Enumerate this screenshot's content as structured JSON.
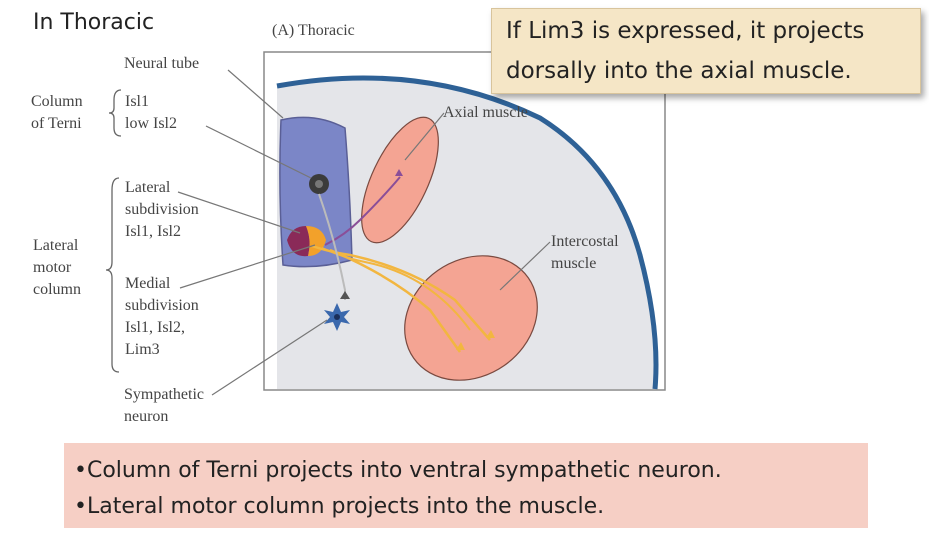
{
  "heading": "In Thoracic",
  "panel_label": "(A) Thoracic",
  "callout": {
    "line1": "If Lim3 is expressed, it projects",
    "line2": "dorsally into the axial muscle."
  },
  "labels": {
    "neural_tube": "Neural tube",
    "column_of_terni_1": "Column",
    "column_of_terni_2": "of Terni",
    "isl1": "Isl1",
    "low_isl2": "low Isl2",
    "lateral_sub_1": "Lateral",
    "lateral_sub_2": "subdivision",
    "lateral_sub_3": "Isl1, Isl2",
    "lmc_1": "Lateral",
    "lmc_2": "motor",
    "lmc_3": "column",
    "medial_sub_1": "Medial",
    "medial_sub_2": "subdivision",
    "medial_sub_3": "Isl1, Isl2,",
    "medial_sub_4": "Lim3",
    "sympathetic_1": "Sympathetic",
    "sympathetic_2": "neuron",
    "axial_muscle": "Axial muscle",
    "intercostal_1": "Intercostal",
    "intercostal_2": "muscle"
  },
  "summary": {
    "line1": "•Column of Terni projects into ventral sympathetic neuron.",
    "line2": "•Lateral motor column projects into the muscle."
  },
  "colors": {
    "skin": "#2e6196",
    "body_fill": "#e4e5e9",
    "neural_tube": "#7b86c7",
    "muscle": "#f4a493",
    "axon_yellow": "#f2b640",
    "axon_purple": "#8a4e98"
  }
}
